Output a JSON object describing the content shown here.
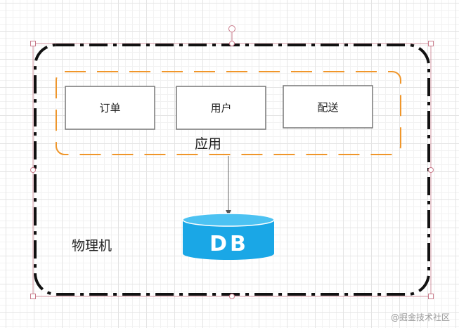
{
  "services": {
    "order": "订单",
    "user": "用户",
    "delivery": "配送"
  },
  "application_label": "应用",
  "physical_machine_label": "物理机",
  "database_label": "DB",
  "watermark": "@掘金技术社区",
  "colors": {
    "outer_border": "#111111",
    "app_border": "#f0962a",
    "db_fill": "#1aa7e6",
    "db_top": "#4cc2f2",
    "selection": "#c87a8a"
  }
}
